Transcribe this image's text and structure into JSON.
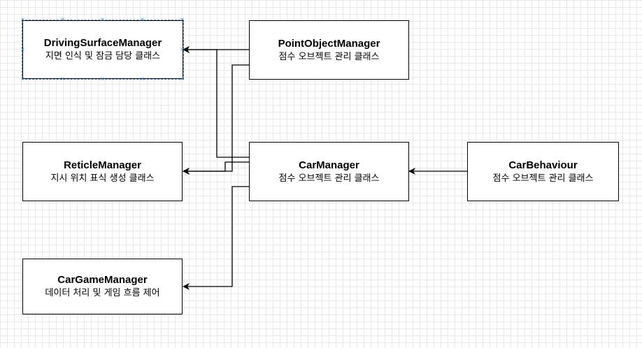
{
  "nodes": {
    "driving_surface_manager": {
      "title": "DrivingSurfaceManager",
      "desc": "지면 인식 및 잠금 담당 클래스"
    },
    "point_object_manager": {
      "title": "PointObjectManager",
      "desc": "점수 오브젝트 관리 클래스"
    },
    "reticle_manager": {
      "title": "ReticleManager",
      "desc": "지시 위치 표식 생성 클래스"
    },
    "car_manager": {
      "title": "CarManager",
      "desc": "점수 오브젝트 관리 클래스"
    },
    "car_behaviour": {
      "title": "CarBehaviour",
      "desc": "점수 오브젝트 관리 클래스"
    },
    "car_game_manager": {
      "title": "CarGameManager",
      "desc": "데이터 처리 및 게임 흐름 제어"
    }
  },
  "colors": {
    "line": "#000000",
    "selection": "#3b8fd9",
    "grid": "#e8e8e8"
  }
}
